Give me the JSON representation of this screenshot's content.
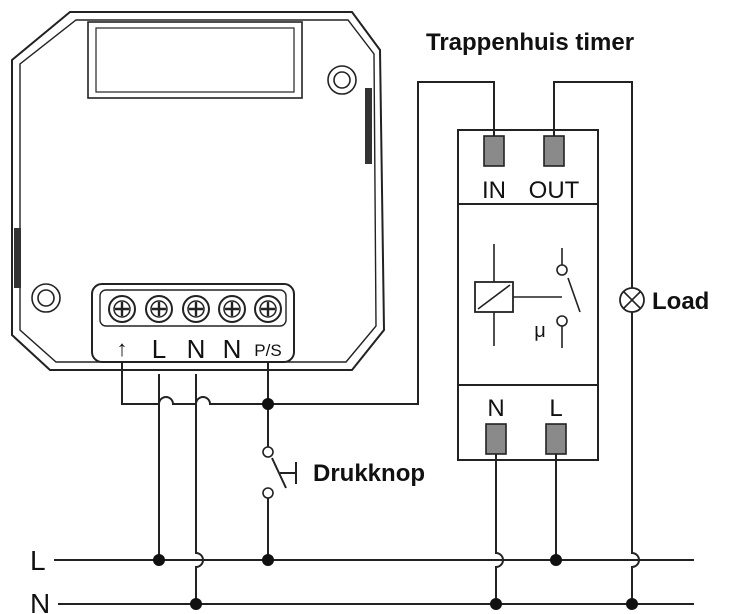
{
  "title": "Trappenhuis timer",
  "timer": {
    "top_terminals": [
      "IN",
      "OUT"
    ],
    "bottom_terminals": [
      "N",
      "L"
    ],
    "mu_symbol": "μ"
  },
  "module": {
    "terminals": [
      "↑",
      "L",
      "N",
      "N",
      "P/S"
    ]
  },
  "labels": {
    "load": "Load",
    "button": "Drukknop",
    "line_l": "L",
    "line_n": "N"
  }
}
